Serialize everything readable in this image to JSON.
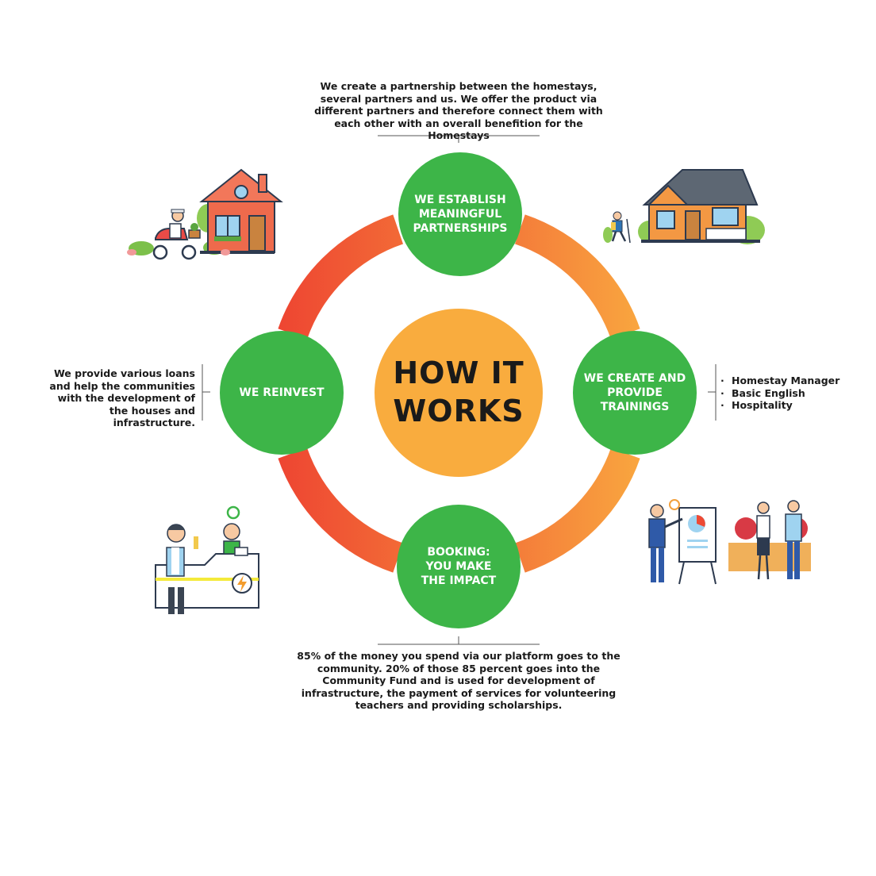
{
  "center": {
    "line1": "HOW IT",
    "line2": "WORKS"
  },
  "stages": {
    "top": {
      "lines": [
        "WE ESTABLISH",
        "MEANINGFUL",
        "PARTNERSHIPS"
      ]
    },
    "right": {
      "lines": [
        "WE CREATE AND",
        "PROVIDE",
        "TRAININGS"
      ]
    },
    "bottom": {
      "lines": [
        "BOOKING:",
        "YOU MAKE",
        "THE IMPACT"
      ]
    },
    "left": {
      "lines": [
        "WE REINVEST"
      ]
    }
  },
  "descriptions": {
    "top": "We create a partnership between the homestays, several partners and us. We offer the product via different partners and therefore connect them with each other with an overall benefition for the Homestays",
    "left": "We provide various loans and help the communities with the development of the houses and infrastructure.",
    "bottom": "85% of the money you spend via our platform goes to the community. 20% of those 85 percent goes into the Community Fund and is used for development of infrastructure, the payment of services for volunteering teachers and providing scholarships.",
    "right_items": [
      "Homestay Manager",
      "Basic English",
      "Hospitality"
    ]
  },
  "colors": {
    "green": "#3db548",
    "hub": "#f9ac3e",
    "ring_red": "#ee4a34",
    "ring_orange": "#f9a03f",
    "text": "#1a1a1a"
  },
  "icons": [
    "house-with-scooter-icon",
    "house-with-hiker-icon",
    "shop-counter-icon",
    "training-presentation-icon"
  ]
}
